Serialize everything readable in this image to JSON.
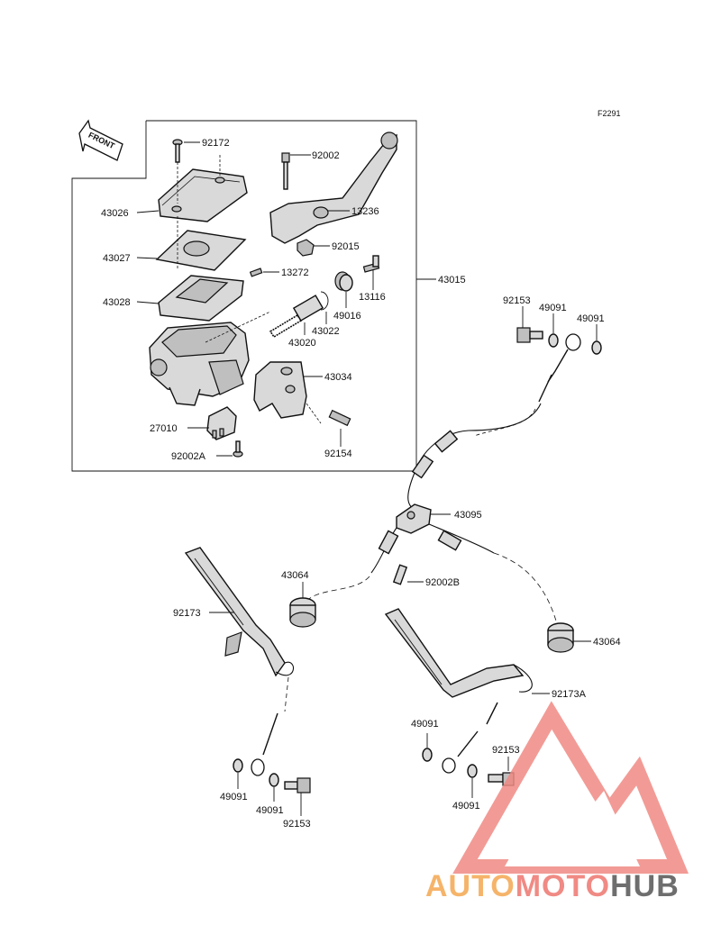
{
  "figure_code": "F2291",
  "front_marker": "FRONT",
  "watermark": {
    "part1": "AUTO",
    "part2": "MOTO",
    "part3": "HUB",
    "color_orange": "#f5b46a",
    "color_red": "#f08a84",
    "color_gray": "#6e6e6e"
  },
  "labels": {
    "l92172": "92172",
    "l92002": "92002",
    "l43026": "43026",
    "l13236": "13236",
    "l92015": "92015",
    "l43027": "43027",
    "l13272": "13272",
    "l13116": "13116",
    "l43015": "43015",
    "l43028": "43028",
    "l49016": "49016",
    "l43022": "43022",
    "l43020": "43020",
    "l43034": "43034",
    "l27010": "27010",
    "l92154": "92154",
    "l92002A": "92002A",
    "l92153a": "92153",
    "l49091a": "49091",
    "l49091b": "49091",
    "l43095": "43095",
    "l43064a": "43064",
    "l92002B": "92002B",
    "l92173": "92173",
    "l43064b": "43064",
    "l92173A": "92173A",
    "l49091c": "49091",
    "l92153b": "92153",
    "l49091d": "49091",
    "l49091e": "49091",
    "l49091f": "49091",
    "l92153c": "92153"
  }
}
